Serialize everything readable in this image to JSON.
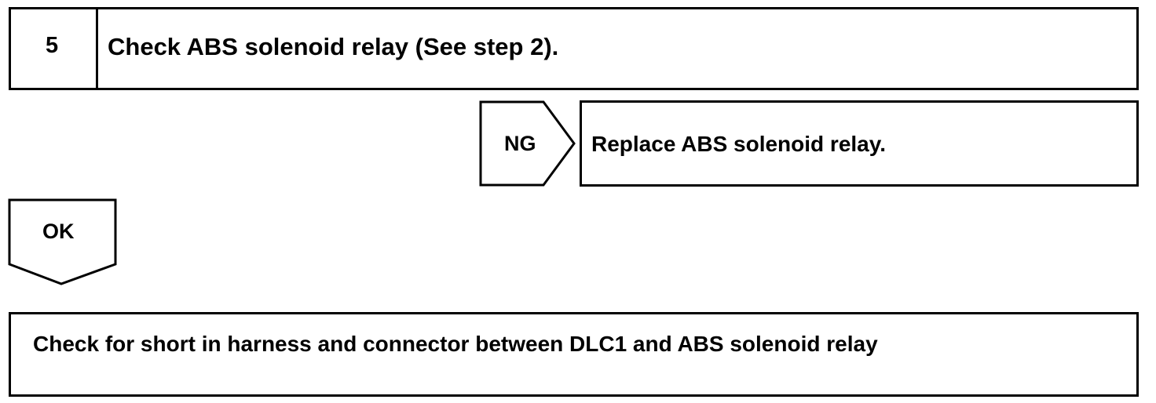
{
  "step": {
    "number": "5",
    "title": "Check ABS solenoid relay (See step 2)."
  },
  "ng_branch": {
    "label": "NG",
    "action": "Replace ABS solenoid relay."
  },
  "ok_branch": {
    "label": "OK"
  },
  "next_step": {
    "text": "Check for short in harness and connector between DLC1 and ABS solenoid relay"
  }
}
